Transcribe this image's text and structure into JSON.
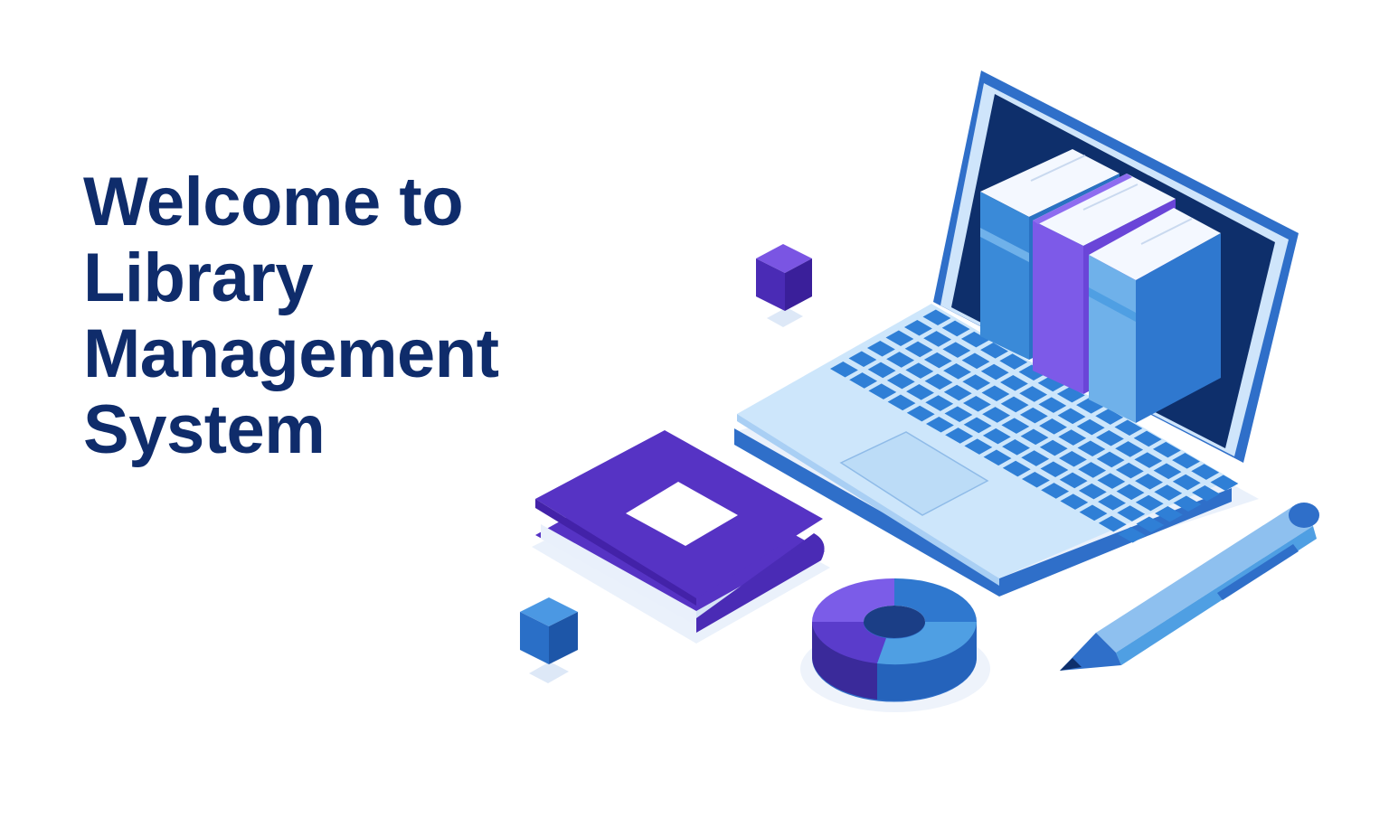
{
  "hero": {
    "title_lines": [
      "Welcome to",
      "Library",
      "Management",
      "System"
    ]
  },
  "illustration": {
    "icons": [
      "laptop-icon",
      "books-icon",
      "notebook-icon",
      "donut-chart-icon",
      "pen-icon",
      "cube-icon"
    ]
  },
  "colors": {
    "title": "#0f2c6b",
    "navy": "#0e2f6b",
    "laptop_body": "#cde6fb",
    "laptop_edge": "#2f6fc9",
    "key": "#2f7fd6",
    "book_blue": "#3a8ad8",
    "book_purple": "#7d5ae8",
    "book_light": "#6fb1ea",
    "notebook": "#5633c4",
    "donut_purple": "#7b5ce8",
    "donut_blue": "#2f78cf",
    "donut_light": "#4f9fe3",
    "shadow": "#e7effb"
  }
}
